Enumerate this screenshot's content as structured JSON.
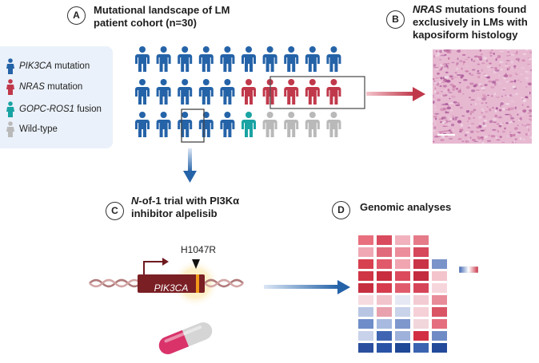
{
  "panels": {
    "a": {
      "badge": "A",
      "title_line1": "Mutational landscape of LM",
      "title_line2": "patient cohort (n=30)"
    },
    "b": {
      "badge": "B",
      "title_italic": "NRAS",
      "title_rest1": " mutations found",
      "title_line2": "exclusively in LMs with",
      "title_line3": "kaposiform histology"
    },
    "c": {
      "badge": "C",
      "title_italic": "N",
      "title_rest1": "-of-1 trial with PI3Kα",
      "title_line2": "inhibitor alpelisib"
    },
    "d": {
      "badge": "D",
      "title": "Genomic analyses"
    }
  },
  "legend": [
    {
      "italic": "PIK3CA",
      "text": " mutation",
      "color": "#2563a8"
    },
    {
      "italic": "NRAS",
      "text": " mutation",
      "color": "#c0394b"
    },
    {
      "italic": "GOPC-ROS1",
      "text": " fusion",
      "color": "#1aa3a3"
    },
    {
      "italic": "",
      "text": "Wild-type",
      "color": "#b9b9b9"
    }
  ],
  "cohort": {
    "rows": [
      [
        "pik3ca",
        "pik3ca",
        "pik3ca",
        "pik3ca",
        "pik3ca",
        "pik3ca",
        "pik3ca",
        "pik3ca",
        "pik3ca",
        "pik3ca"
      ],
      [
        "pik3ca",
        "pik3ca",
        "pik3ca",
        "pik3ca",
        "pik3ca",
        "nras",
        "nras",
        "nras",
        "nras",
        "nras"
      ],
      [
        "pik3ca",
        "pik3ca",
        "pik3ca",
        "pik3ca",
        "pik3ca",
        "fusion",
        "wt",
        "wt",
        "wt",
        "wt"
      ]
    ],
    "colors": {
      "pik3ca": "#2563a8",
      "nras": "#c0394b",
      "fusion": "#1aa3a3",
      "wt": "#b9b9b9"
    }
  },
  "gene": {
    "label": "PIK3CA",
    "mutation": "H1047R"
  },
  "heatmap": {
    "rows": [
      [
        "#e86f7e",
        "#d94a5e",
        "#f1b2bd",
        "#e57a89",
        "#ffffff"
      ],
      [
        "#f0a8b5",
        "#e06a7b",
        "#ec8d9b",
        "#d6485c",
        "#ffffff"
      ],
      [
        "#d7404f",
        "#e15a6b",
        "#f0a5b1",
        "#c93446",
        "#7a93c9"
      ],
      [
        "#d03546",
        "#c82e3f",
        "#db4b5d",
        "#c32d3f",
        "#f3c4cc"
      ],
      [
        "#c62f40",
        "#d63c4e",
        "#e05c6d",
        "#d64557",
        "#f6d6dc"
      ],
      [
        "#f6dbe0",
        "#f2c4cc",
        "#e6e9f4",
        "#f3cbd2",
        "#e98c99"
      ],
      [
        "#b8c6e4",
        "#e9a1ad",
        "#c9d3ea",
        "#f5d0d7",
        "#d95566"
      ],
      [
        "#6f8dc9",
        "#a8badf",
        "#7e97cd",
        "#f1d6dc",
        "#e56e7e"
      ],
      [
        "#c8d2ea",
        "#3f65b2",
        "#9db1da",
        "#d22f43",
        "#6f8bc6"
      ],
      [
        "#2b4f9e",
        "#2a53a6",
        "#1f4896",
        "#3b63b0",
        "#234a9a"
      ]
    ],
    "legend_colors": [
      "#3f65b2",
      "#ffffff",
      "#c93446"
    ]
  }
}
